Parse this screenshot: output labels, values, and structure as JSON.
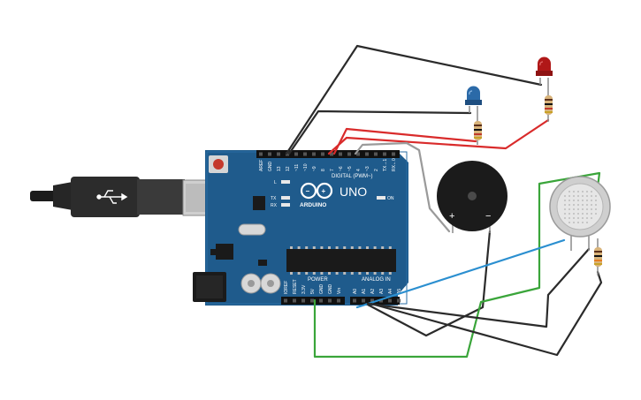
{
  "board": {
    "model": "UNO",
    "brand": "ARDUINO",
    "digital_label": "DIGITAL (PWM~)",
    "power_label": "POWER",
    "analog_label": "ANALOG IN",
    "on_label": "ON",
    "tx_label": "TX",
    "rx_label": "RX",
    "l_label": "L",
    "digital_pins": [
      "AREF",
      "GND",
      "13",
      "12",
      "~11",
      "~10",
      "~9",
      "8",
      "7",
      "~6",
      "~5",
      "4",
      "~3",
      "2",
      "TX→1",
      "RX←0"
    ],
    "power_pins": [
      "IOREF",
      "RESET",
      "3.3V",
      "5V",
      "GND",
      "GND",
      "Vin"
    ],
    "analog_pins": [
      "A0",
      "A1",
      "A2",
      "A3",
      "A4",
      "A5"
    ]
  },
  "buzzer": {
    "plus_label": "+",
    "minus_label": "−"
  },
  "colors": {
    "board": "#1f5b8c",
    "board_dark": "#174a72",
    "wire_black": "#2b2b2b",
    "wire_red": "#d92b2b",
    "wire_green": "#3aa53a",
    "wire_blue": "#2b8fd0",
    "wire_gray": "#9a9a9a",
    "led_red": "#b01818",
    "led_blue": "#2b6aa8"
  },
  "components": [
    "usb-cable",
    "arduino-uno",
    "red-led",
    "blue-led",
    "piezo-buzzer",
    "gas-sensor",
    "resistors"
  ]
}
